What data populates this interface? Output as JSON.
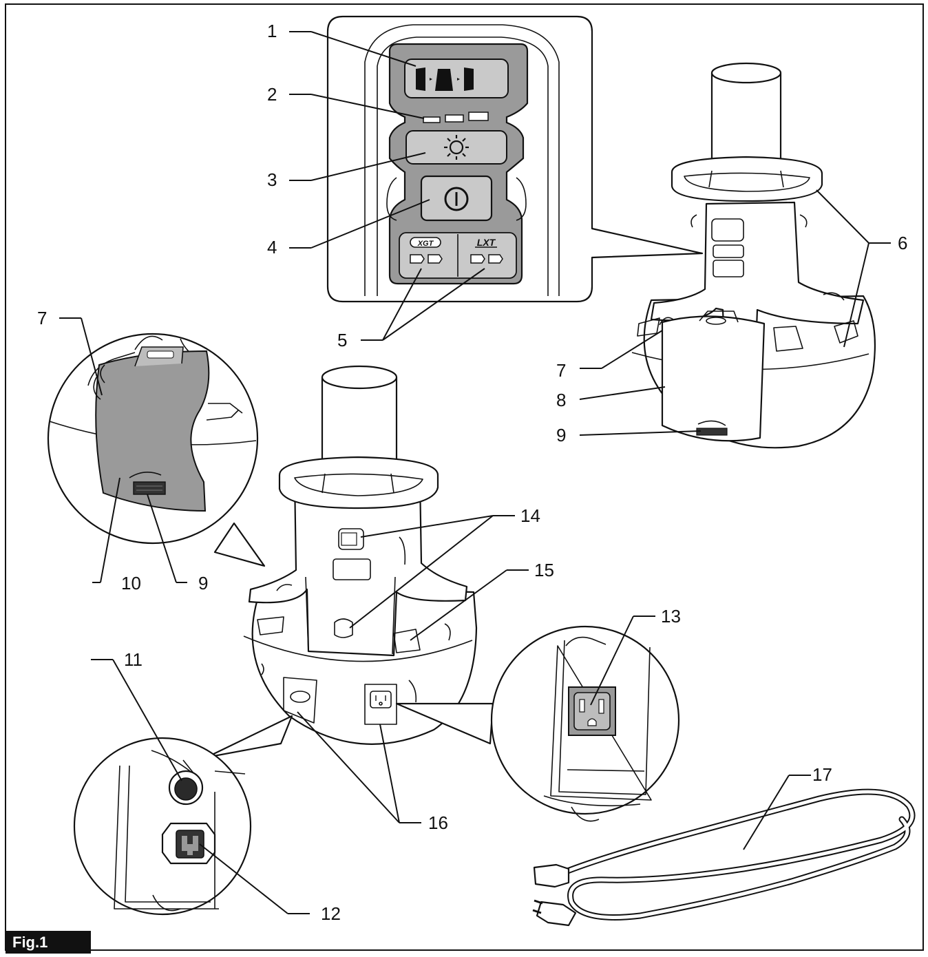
{
  "figure": {
    "tag": "Fig.1",
    "callouts": [
      "1",
      "2",
      "3",
      "4",
      "5",
      "6",
      "7",
      "7",
      "8",
      "9",
      "9",
      "10",
      "11",
      "12",
      "13",
      "14",
      "15",
      "16",
      "17"
    ]
  },
  "panel": {
    "badge_xgt": "XGT",
    "badge_lxt": "LXT",
    "power_glyph": "⏻"
  },
  "colors": {
    "panel_gray": "#9a9a9a",
    "ink": "#111111",
    "background": "#ffffff"
  }
}
